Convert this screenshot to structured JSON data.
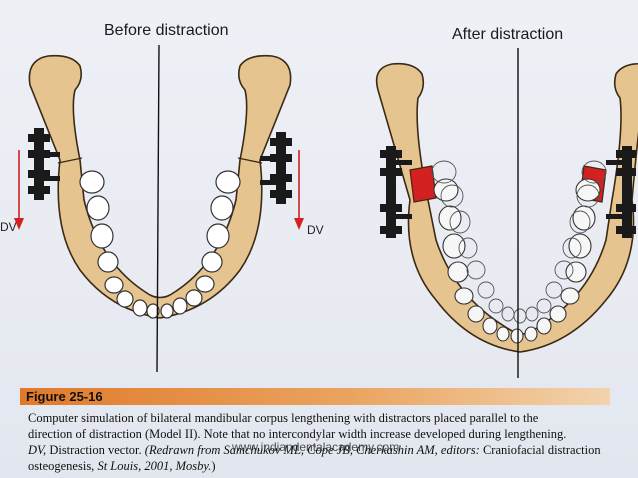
{
  "panels": {
    "left_title": "Before distraction",
    "right_title": "After distraction",
    "dv_label": "DV"
  },
  "figure": {
    "label": "Figure 25-16",
    "caption_line1": "Computer simulation of bilateral mandibular corpus lengthening with distractors placed parallel to the",
    "caption_line2": "direction of distraction (Model II). Note that no intercondylar width increase developed during lengthening.",
    "caption_line3_italic_a": "DV,",
    "caption_line3_text": " Distraction vector. ",
    "caption_line3_italic_b": "(Redrawn from Samchukov ML, Cope JB, Cherkashin AM, editors:",
    "caption_line3_text_b": " Craniofacial distraction",
    "caption_line4_text": "osteogenesis, ",
    "caption_line4_italic": "St Louis, 2001, Mosby.",
    "caption_line4_end": ")"
  },
  "watermark": "www.indiandentalacademy.com",
  "colors": {
    "bone": "#e6c48f",
    "bone_outline": "#3a2a14",
    "osteotomy": "#d42020",
    "arrow": "#d42020",
    "banner": "#e07a2b"
  }
}
